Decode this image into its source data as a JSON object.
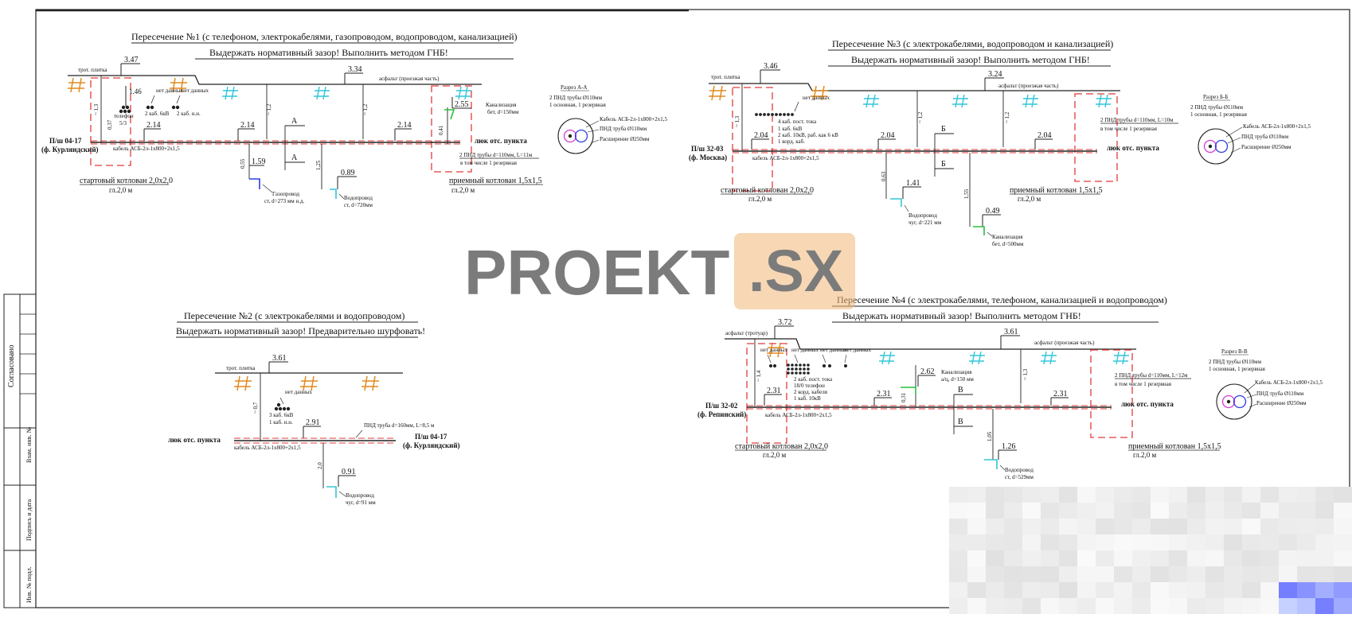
{
  "side_stamp": [
    "Согласовано",
    "Взам. инв. №",
    "Подпись и дата",
    "Инв. № подл."
  ],
  "watermark": {
    "left": "PROEKT",
    "right": ".SX"
  },
  "c1": {
    "title": "Пересечение  №1 (с  телефоном, электрокабелями, газопроводом, водопроводом, канализацией)",
    "instruction": "Выдержать нормативный зазор! Выполнить методом ГНБ!",
    "surf_left": "трот. плитка",
    "surf_right": "асфальт (проезжая часть)",
    "elev_left": "3.47",
    "elev_right": "3.34",
    "u1_depth": "1.46",
    "u1_num": "5/3",
    "u1_name": "телефон",
    "u2_label": "2 каб. 6кВ",
    "u3_label": "нет данных",
    "u3_sub": "2 каб. н.н.",
    "node": "П/ш 04-17",
    "node_sub": "(ф. Курляндский)",
    "e214a": "2.14",
    "e214b": "2.14",
    "e214c": "2.14",
    "dim037": "0,37",
    "dim13": "~ 1,3",
    "dim12a": "~ 1,2",
    "dim12b": "~ 1,2",
    "cable": "кабель АСБ-2л-1х800+2х1,5",
    "sec_a": "А",
    "sec_a2": "А",
    "gas_elev": "1.59",
    "gas_dim": "0,55",
    "gas_name": "Газопровод",
    "gas_spec": "ст, d=273 мм  н.д.",
    "water_elev": "0.89",
    "water_dim": "1,25",
    "water_name": "Водопровод",
    "water_spec": "ст, d=720мм",
    "sewer_elev": "2.55",
    "sewer_dim": "0,41",
    "sewer_name": "Канализация",
    "sewer_spec": "бет, d=150мм",
    "hatch": "люк отс. пункта",
    "pipe_note": "2 ПНД трубы d=110мм, L=11м",
    "pipe_note2": "в том числе 1 резервная",
    "start_pit": "стартовый котлован 2,0х2,0",
    "start_depth": "гл.2,0 м",
    "recv_pit": "приемный котлован 1,5х1,5",
    "recv_depth": "гл.2,0 м"
  },
  "c2": {
    "title": "Пересечение  №2 (с  электрокабелями и водопроводом)",
    "instruction": "Выдержать нормативный зазор! Предварительно шурфовать!",
    "surf": "трот. плитка",
    "elev": "3.61",
    "u_label": "нет данных",
    "u_sub1": "3 каб. 6кВ",
    "u_sub2": "1 каб. н.н.",
    "dim07": "~ 0,7",
    "e291": "2.91",
    "hatch": "люк отс. пункта",
    "node": "П/ш 04-17",
    "node_sub": "(ф. Курляндский)",
    "pipe_note": "ПНД труба d=160мм, L=8,5 м",
    "cable": "кабель АСБ-2л-1х800+2х1,5",
    "dim20": "2,0",
    "water_elev": "0.91",
    "water_name": "Водопровод",
    "water_spec": "чуг, d=91 мм"
  },
  "c3": {
    "title": "Пересечение  №3 (с электрокабелями, водопроводом и канализацией)",
    "instruction": "Выдержать нормативный зазор! Выполнить методом ГНБ!",
    "surf_left": "трот. плитка",
    "surf_right": "асфальт (проезжая часть)",
    "elev_left": "3.46",
    "elev_right": "3.24",
    "u_label": "нет данных",
    "u_sub1": "4 каб. пост. тока",
    "u_sub2": "1 каб. 6кВ",
    "u_sub3": "2 каб. 10кВ, раб. как 6 кВ",
    "u_sub4": "1 корд. каб.",
    "dim13": "~ 1,3",
    "dim12a": "~ 1,2",
    "dim12b": "~ 1,2",
    "node": "П/ш 32-03",
    "node_sub": "(ф. Москва)",
    "e204a": "2.04",
    "e204b": "2.04",
    "e204c": "2.04",
    "cable": "кабель АСБ-2л-1х800+2х1,5",
    "sec_b": "Б",
    "sec_b2": "Б",
    "water_elev": "1.41",
    "water_dim": "0,63",
    "water_name": "Водопровод",
    "water_spec": "чуг, d=221 мм",
    "sewer_elev": "0.49",
    "sewer_dim": "1,55",
    "sewer_name": "Канализация",
    "sewer_spec": "бет, d=500мм",
    "pipe_note": "2 ПНД трубы d=110мм, L=10м",
    "pipe_note2": "в том числе 1 резервная",
    "hatch": "люк отс. пункта",
    "start_pit": "стартовый котлован 2,0х2,0",
    "start_depth": "гл.2,0 м",
    "recv_pit": "приемный котлован 1,5х1,5",
    "recv_depth": "гл.2,0 м"
  },
  "c4": {
    "title": "Пересечение  №4 (с электрокабелями, телефоном, канализацией и водопроводом)",
    "instruction": "Выдержать нормативный зазор! Выполнить методом ГНБ!",
    "surf_left": "асфальт (тротуар)",
    "surf_right": "асфальт (проезжая часть)",
    "elev_left": "3.72",
    "elev_right": "3.61",
    "u1": "нет данных",
    "u2": "нет данных",
    "u3": "нет данных",
    "u4": "нет данных",
    "u_sub1": "2 каб. пост. тока",
    "u_sub2": "18/0  телефон",
    "u_sub3": "2 корд. кабеля",
    "u_sub4": "1 каб. 10кВ",
    "dim14": "~ 1,4",
    "dim13": "~ 1,3",
    "sewer_elev": "2.62",
    "sewer_dim": "0,31",
    "sewer_name": "Канализация",
    "sewer_spec": "а/ц, d=150 мм",
    "node": "П/ш 32-02",
    "node_sub": "(ф. Репинский)",
    "e231a": "2.31",
    "e231b": "2.31",
    "e231c": "2.31",
    "cable": "кабель АСБ-2л-1х800+2х1,5",
    "sec_v": "В",
    "sec_v2": "В",
    "water_elev": "1.26",
    "water_dim": "1,05",
    "water_name": "Водопровод",
    "water_spec": "ст, d=529мм",
    "pipe_note": "2 ПНД трубы d=110мм, L=12м",
    "pipe_note2": "в том числе 1 резервная",
    "hatch": "люк отс. пункта",
    "start_pit": "стартовый котлован 2,0х2,0",
    "start_depth": "гл.2,0 м",
    "recv_pit": "приемный котлован 1,5х1,5",
    "recv_depth": "гл.2,0 м"
  },
  "sec_aa": {
    "title": "Разрез А-А",
    "l1": "2 ПНД трубы Ø110мм",
    "l2": "1 основная, 1 резервная",
    "c1": "Кабель АСБ-2л-1х800+2х1,5",
    "c2": "ПНД труба Ø110мм",
    "c3": "Расширение Ø250мм"
  },
  "sec_bb": {
    "title": "Разрез Б-Б",
    "l1": "2 ПНД трубы Ø110мм",
    "l2": "1 основная, 1 резервная",
    "c1": "Кабель АСБ-2л-1х800+2х1,5",
    "c2": "ПНД труба Ø110мм",
    "c3": "Расширение Ø250мм"
  },
  "sec_vv": {
    "title": "Разрез В-В",
    "l1": "2 ПНД трубы Ø110мм",
    "l2": "1 основная, 1 резервная",
    "c1": "Кабель АСБ-2л-1х800+2х1,5",
    "c2": "ПНД труба Ø110мм",
    "c3": "Расширение Ø250мм"
  }
}
